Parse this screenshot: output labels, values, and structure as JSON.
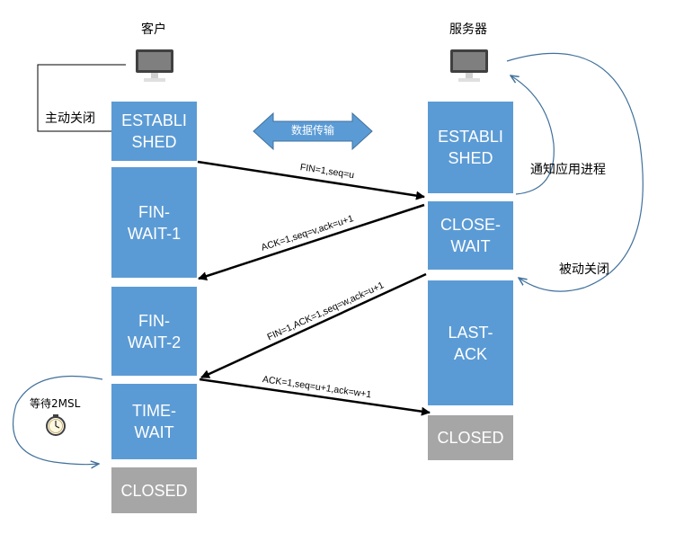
{
  "client": {
    "title": "客户",
    "icon": "computer-icon",
    "states": [
      "ESTABLI\nSHED",
      "FIN-\nWAIT-1",
      "FIN-\nWAIT-2",
      "TIME-\nWAIT",
      "CLOSED"
    ]
  },
  "server": {
    "title": "服务器",
    "icon": "computer-icon",
    "states": [
      "ESTABLI\nSHED",
      "CLOSE-\nWAIT",
      "LAST-\nACK",
      "CLOSED"
    ]
  },
  "annotations": {
    "active_close": "主动关闭",
    "data_transfer": "数据传输",
    "notify_app": "通知应用进程",
    "passive_close": "被动关闭",
    "wait_2msl": "等待2MSL",
    "wait_icon": "clock-icon"
  },
  "messages": [
    "FIN=1,seq=u",
    "ACK=1,seq=v,ack=u+1",
    "FIN=1,ACK=1,seq=w,ack=u+1",
    "ACK=1,seq=u+1,ack=w+1"
  ],
  "colors": {
    "state_active": "#5b9bd5",
    "state_closed": "#a6a6a6",
    "curve": "#41719c"
  }
}
